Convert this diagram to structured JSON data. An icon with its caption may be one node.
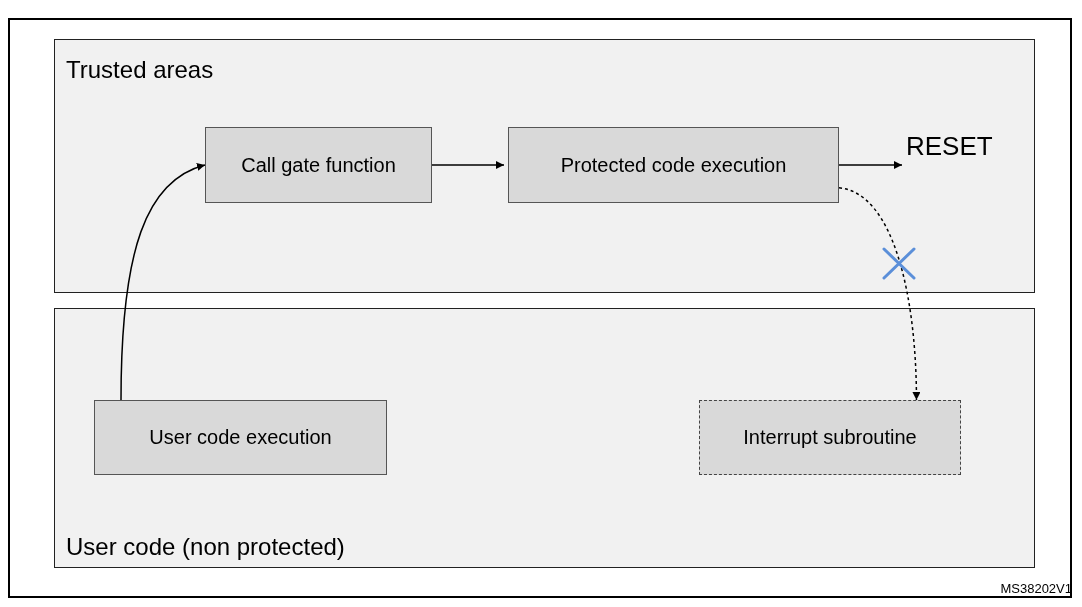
{
  "diagram": {
    "nodes": [
      {
        "text": [
          "Trusted areas"
        ]
      },
      {
        "text": [
          "User code (non protected)"
        ]
      },
      {
        "text": [
          "Call gate function"
        ],
        "in": 0
      },
      {
        "text": [
          "Protected code execution"
        ],
        "in": 0
      },
      {
        "text": [
          "RESET"
        ],
        "in": 0
      },
      {
        "text": [
          "User code execution"
        ],
        "in": 1
      },
      {
        "text": [
          "Interrupt subroutine"
        ],
        "in": 1
      }
    ],
    "edges": [
      {
        "from": 5,
        "to": 2,
        "arrow": "to"
      },
      {
        "from": 2,
        "to": 3,
        "arrow": "to"
      },
      {
        "from": 3,
        "to": 4,
        "arrow": "to"
      },
      {
        "from": 3,
        "to": 6,
        "arrow": "to",
        "style": "dashed"
      }
    ],
    "labels": [
      "MS38202V1"
    ]
  }
}
